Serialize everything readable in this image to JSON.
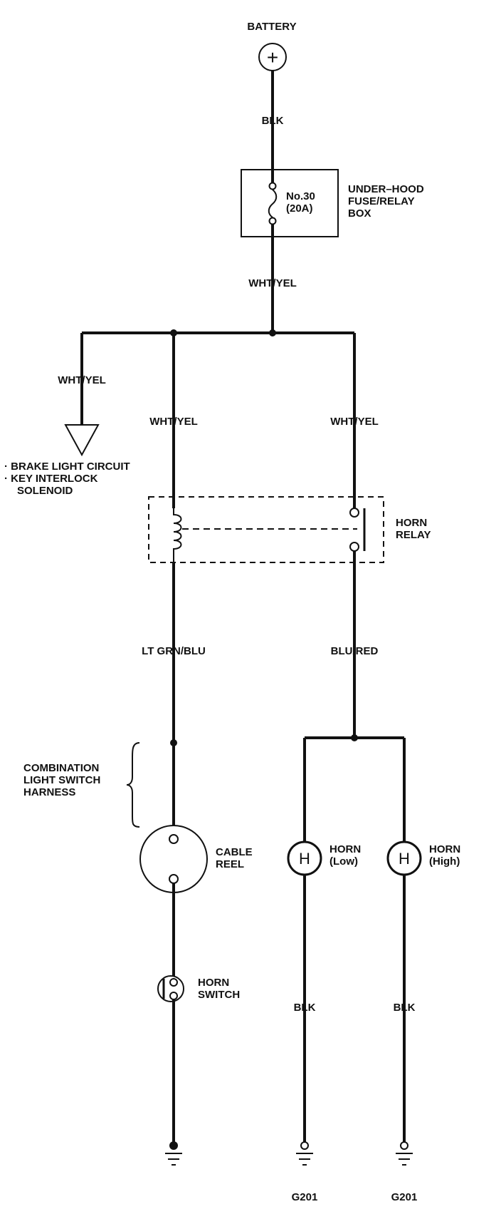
{
  "battery": {
    "label": "BATTERY",
    "symbol": "+"
  },
  "wires": {
    "battery_to_fuse": "BLK",
    "fuse_out": "WHT/YEL",
    "branch_left": "WHT/YEL",
    "relay_coil_in": "WHT/YEL",
    "relay_switch_in": "WHT/YEL",
    "relay_coil_out": "LT GRN/BLU",
    "relay_switch_out": "BLU/RED",
    "horn_low_ground": "BLK",
    "horn_high_ground": "BLK"
  },
  "fuse": {
    "number": "No.30",
    "rating": "(20A)",
    "box_label": [
      "UNDER–HOOD",
      "FUSE/RELAY",
      "BOX"
    ]
  },
  "branch_destination": [
    "· BRAKE LIGHT CIRCUIT",
    "· KEY INTERLOCK",
    "SOLENOID"
  ],
  "horn_relay": {
    "label": [
      "HORN",
      "RELAY"
    ]
  },
  "harness": {
    "label": [
      "COMBINATION",
      "LIGHT SWITCH",
      "HARNESS"
    ]
  },
  "cable_reel": {
    "label": [
      "CABLE",
      "REEL"
    ]
  },
  "horn_switch": {
    "label": [
      "HORN",
      "SWITCH"
    ]
  },
  "horn_low": {
    "symbol": "H",
    "label": [
      "HORN",
      "(Low)"
    ]
  },
  "horn_high": {
    "symbol": "H",
    "label": [
      "HORN",
      "(High)"
    ]
  },
  "grounds": {
    "left": "G201",
    "right": "G201"
  }
}
